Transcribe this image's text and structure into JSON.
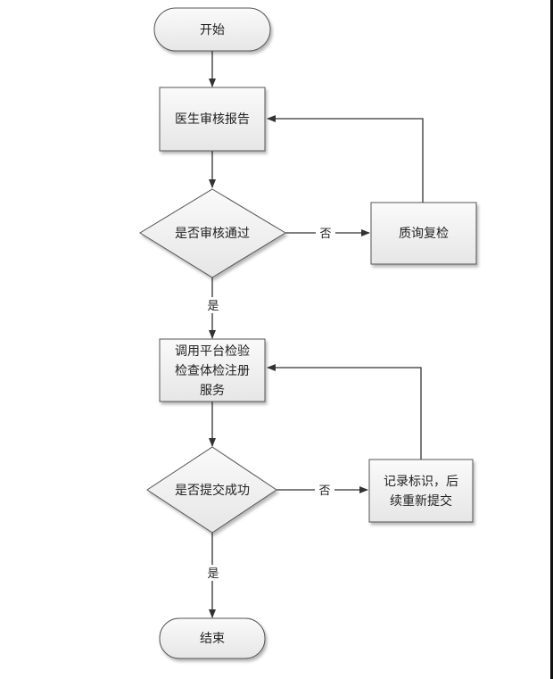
{
  "diagram": {
    "nodes": {
      "start": {
        "label": "开始"
      },
      "doctor_review": {
        "label": "医生审核报告"
      },
      "review_passed": {
        "label": "是否审核通过"
      },
      "quality_recheck": {
        "label": "质询复检"
      },
      "call_platform": {
        "lines": [
          "调用平台检验",
          "检查体检注册",
          "服务"
        ]
      },
      "submit_success": {
        "label": "是否提交成功"
      },
      "record_resubmit": {
        "lines": [
          "记录标识，后",
          "续重新提交"
        ]
      },
      "end": {
        "label": "结束"
      }
    },
    "edges": {
      "no_label_1": "否",
      "yes_label_1": "是",
      "no_label_2": "否",
      "yes_label_2": "是"
    }
  }
}
